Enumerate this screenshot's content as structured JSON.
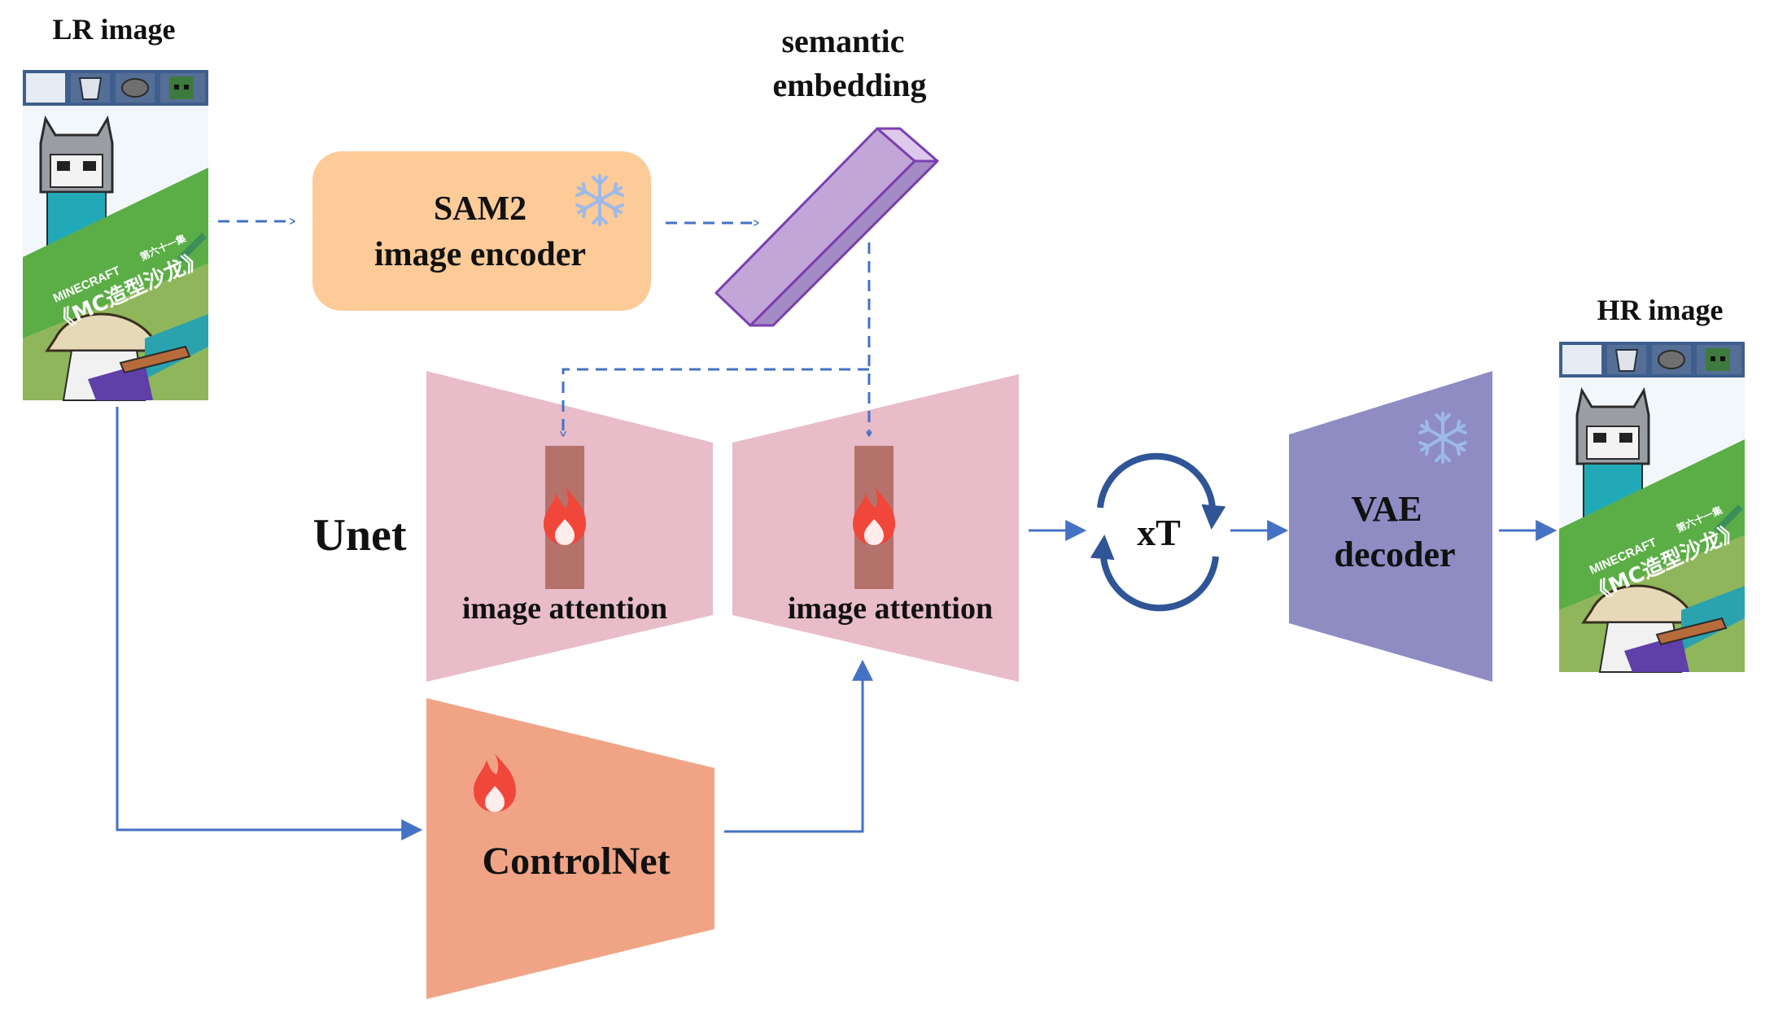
{
  "labels": {
    "lr_image": "LR image",
    "hr_image": "HR image",
    "semantic_line1": "semantic",
    "semantic_line2": "embedding",
    "sam2_line1": "SAM2",
    "sam2_line2": "image encoder",
    "unet": "Unet",
    "attention_left": "image attention",
    "attention_right": "image attention",
    "loop": "xT",
    "vae_line1": "VAE",
    "vae_line2": "decoder",
    "controlnet": "ControlNet"
  },
  "comic_image": {
    "brand": "MINECRAFT",
    "episode": "第六十一集",
    "title": "《MC造型沙龙》"
  },
  "icons": {
    "frozen": "snowflake-icon",
    "trainable": "flame-icon",
    "loop": "circular-arrows-icon"
  },
  "colors": {
    "arrow": "#4472C4",
    "sam2_fill": "#FCCB98",
    "embedding_fill": "#C2A6D8",
    "embedding_stroke": "#7B3FB0",
    "unet_fill": "#E8BCC8",
    "attention_bar": "#B5726A",
    "controlnet_fill": "#F0A485",
    "vae_fill": "#8E8CC3",
    "loop": "#2F5597",
    "snowflake": "#9DB9E8",
    "flame": "#F0473A"
  }
}
